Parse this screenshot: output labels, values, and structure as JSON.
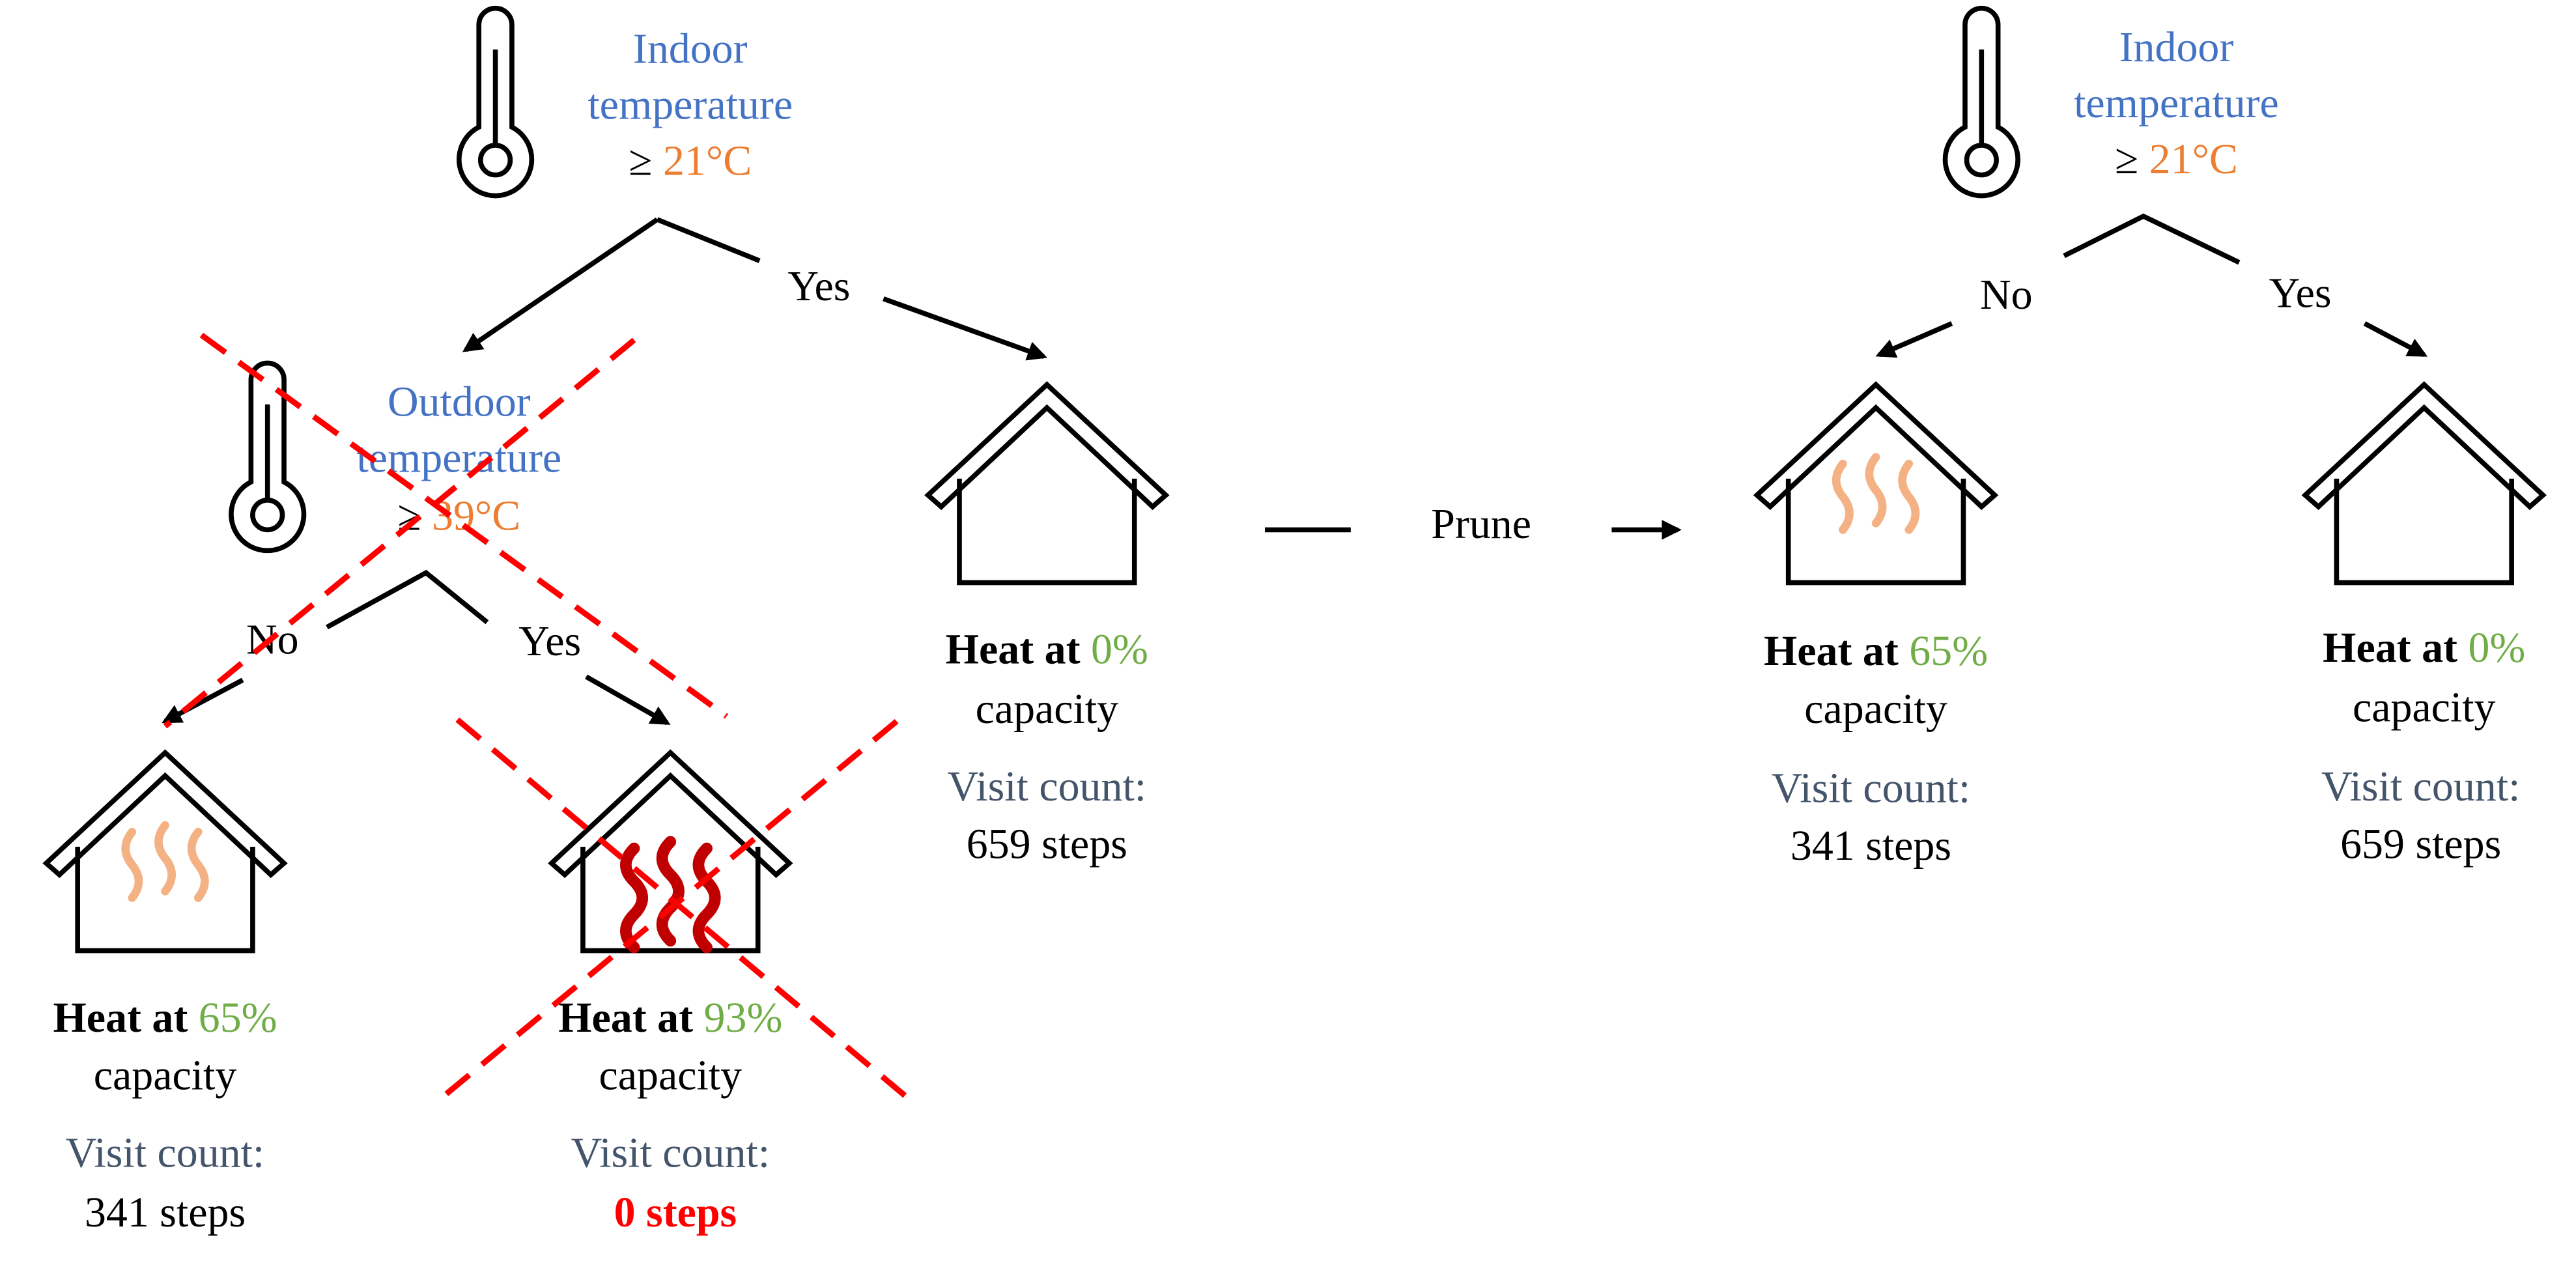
{
  "left_tree": {
    "root": {
      "icon": "thermometer-icon",
      "line1": "Indoor",
      "line2": "temperature",
      "op": "≥",
      "threshold": "21°C"
    },
    "branch_yes": "Yes",
    "inner": {
      "icon": "thermometer-icon",
      "line1": "Outdoor",
      "line2": "temperature",
      "op": "≥",
      "threshold": "39°C"
    },
    "inner_no": "No",
    "inner_yes": "Yes",
    "leaf_a": {
      "icon": "house-heating-icon",
      "heat_prefix": "Heat at",
      "heat_value": "65%",
      "heat_suffix": "capacity",
      "visit_label": "Visit count:",
      "visit_value": "341 steps"
    },
    "leaf_b": {
      "icon": "house-heating-strong-icon",
      "heat_prefix": "Heat at",
      "heat_value": "93%",
      "heat_suffix": "capacity",
      "visit_label": "Visit count:",
      "visit_value": "0 steps"
    },
    "leaf_c": {
      "icon": "house-icon",
      "heat_prefix": "Heat at",
      "heat_value": "0%",
      "heat_suffix": "capacity",
      "visit_label": "Visit count:",
      "visit_value": "659 steps"
    }
  },
  "prune_label": "Prune",
  "right_tree": {
    "root": {
      "icon": "thermometer-icon",
      "line1": "Indoor",
      "line2": "temperature",
      "op": "≥",
      "threshold": "21°C"
    },
    "branch_no": "No",
    "branch_yes": "Yes",
    "leaf_a": {
      "icon": "house-heating-icon",
      "heat_prefix": "Heat at",
      "heat_value": "65%",
      "heat_suffix": "capacity",
      "visit_label": "Visit count:",
      "visit_value": "341 steps"
    },
    "leaf_b": {
      "icon": "house-icon",
      "heat_prefix": "Heat at",
      "heat_value": "0%",
      "heat_suffix": "capacity",
      "visit_label": "Visit count:",
      "visit_value": "659 steps"
    }
  },
  "colors": {
    "condition_text": "#4472C4",
    "threshold_text": "#ED7D31",
    "capacity_value": "#70AD47",
    "visit_label": "#44546A",
    "pruned_mark": "#FF0000",
    "mild_heat_waves": "#F4B183",
    "strong_heat_waves": "#C00000"
  }
}
